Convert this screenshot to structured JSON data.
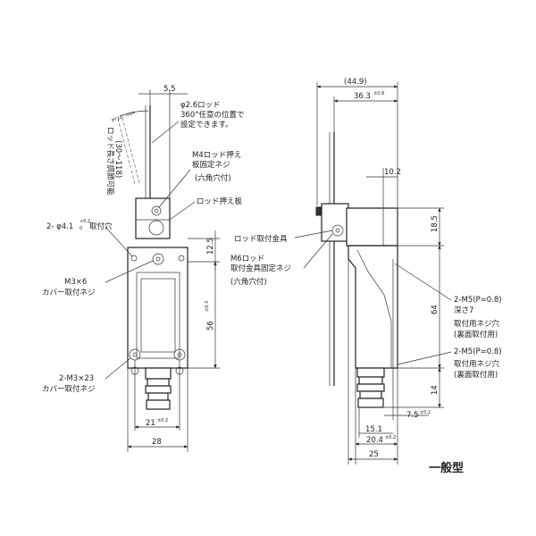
{
  "labels": {
    "rod_diameter": "φ2.6ロッド",
    "rod_position_1": "360°任意の位置で",
    "rod_position_2": "設定できます。",
    "pt_angle": "PT20° max",
    "rod_length_1": "ロッド長さ調節可能",
    "rod_length_2": "(30〜118)",
    "m4_clamp_1": "M4ロッド押え",
    "m4_clamp_2": "板固定ネジ",
    "m4_clamp_3": "(六角穴付)",
    "rod_clamp_plate": "ロッド押え板",
    "mount_hole": "2- φ4.1",
    "mount_hole_tol": "+0.2",
    "mount_hole_tol2": "0",
    "mount_hole_suffix": "取付穴",
    "m3x6_1": "M3×6",
    "m3x6_2": "カバー取付ネジ",
    "m3x23_1": "2-M3×23",
    "m3x23_2": "カバー取付ネジ",
    "rod_bracket": "ロッド取付金具",
    "m6_1": "M6ロッド",
    "m6_2": "取付金具固定ネジ",
    "m6_3": "(六角穴付)",
    "m5_top_1": "2-M5(P=0.8)",
    "m5_top_2": "深さ7",
    "m5_top_3": "取付用ネジ穴",
    "m5_top_4": "(裏面取付用)",
    "m5_bot_1": "2-M5(P=0.8)",
    "m5_bot_2": "取付用ネジ穴",
    "m5_bot_3": "(裏面取付用)",
    "type_name": "一般型"
  },
  "dimensions": {
    "d_5_5": "5.5",
    "d_12_5": "12.5",
    "d_56": "56",
    "d_56_tol": "±0.3",
    "d_21": "21",
    "d_21_tol": "±0.2",
    "d_28": "28",
    "d_44_9": "(44.9)",
    "d_36_3": "36.3",
    "d_36_3_tol": "±0.8",
    "d_10_2": "10.2",
    "d_18_5": "18.5",
    "d_64": "64",
    "d_14": "14",
    "d_7_5": "7.5",
    "d_7_5_tol": "±0.2",
    "d_15_1": "15.1",
    "d_20_4": "20.4",
    "d_20_4_tol": "±0.2",
    "d_25": "25"
  }
}
